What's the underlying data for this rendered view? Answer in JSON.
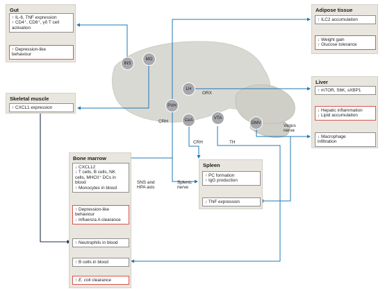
{
  "panels": {
    "gut": {
      "title": "Gut",
      "box1": [
        "↑ IL-6, TNF expression",
        "↑ CD4⁺, CD8⁺, γδ T cell",
        "activation"
      ],
      "box2": [
        "↑ Depression-like",
        "behaviour"
      ]
    },
    "adipose": {
      "title": "Adipose tissue",
      "box1": [
        "↑ ILC2 accumulation"
      ],
      "box2": [
        "↓ Weight gain",
        "↑ Glucose tolerance"
      ]
    },
    "skeletal": {
      "title": "Skeletal muscle",
      "box1": [
        "↑ CXCL1 expression"
      ]
    },
    "liver": {
      "title": "Liver",
      "box1": [
        "↑ mTOR, S6K, sXBP1"
      ],
      "box2": [
        "↓ Hepatic inflammation",
        "↓ Lipid accumulation"
      ],
      "box3": [
        "↓ Macrophage",
        "infiltration"
      ]
    },
    "bone": {
      "title": "Bone marrow",
      "box1": [
        "↓ CXCL12",
        "↓ T cells, B cells, NK",
        "cells, MHCII⁺ DCs in",
        "blood",
        "↑ Monocytes in blood"
      ],
      "box2": [
        "↑ Depression-like",
        "behaviour",
        "↓ Influenza A clearance"
      ],
      "box3": [
        "↑ Neutrophils in blood"
      ],
      "box4": [
        "↑ B cells in blood"
      ],
      "box5": [
        "↑ E. coli clearance"
      ]
    },
    "spleen": {
      "title": "Spleen",
      "box1": [
        "↑ PC formation",
        "↑ IgG production"
      ],
      "box2": [
        "↓ TNF expression"
      ]
    }
  },
  "nodes": {
    "ins": "INS",
    "mo": "MO",
    "lh": "LH",
    "pvh": "PVH",
    "cea": "CeA",
    "vta": "VTA",
    "dmv": "DMV"
  },
  "labels": {
    "orx": "ORX",
    "crh1": "CRH",
    "crh2": "CRH",
    "th": "TH",
    "vagus": [
      "Vagus",
      "nerve"
    ],
    "sns": [
      "SNS and",
      "HPA axis"
    ],
    "splenic": [
      "Splenic",
      "nerve"
    ]
  },
  "colors": {
    "arrow": "#1f77b4",
    "dark_arrow": "#1c2b4a",
    "panel_bg": "#e8e6de",
    "brain": "#d9d9d3",
    "node": "#a7a9ad",
    "highlight_border": "#d9534f"
  }
}
